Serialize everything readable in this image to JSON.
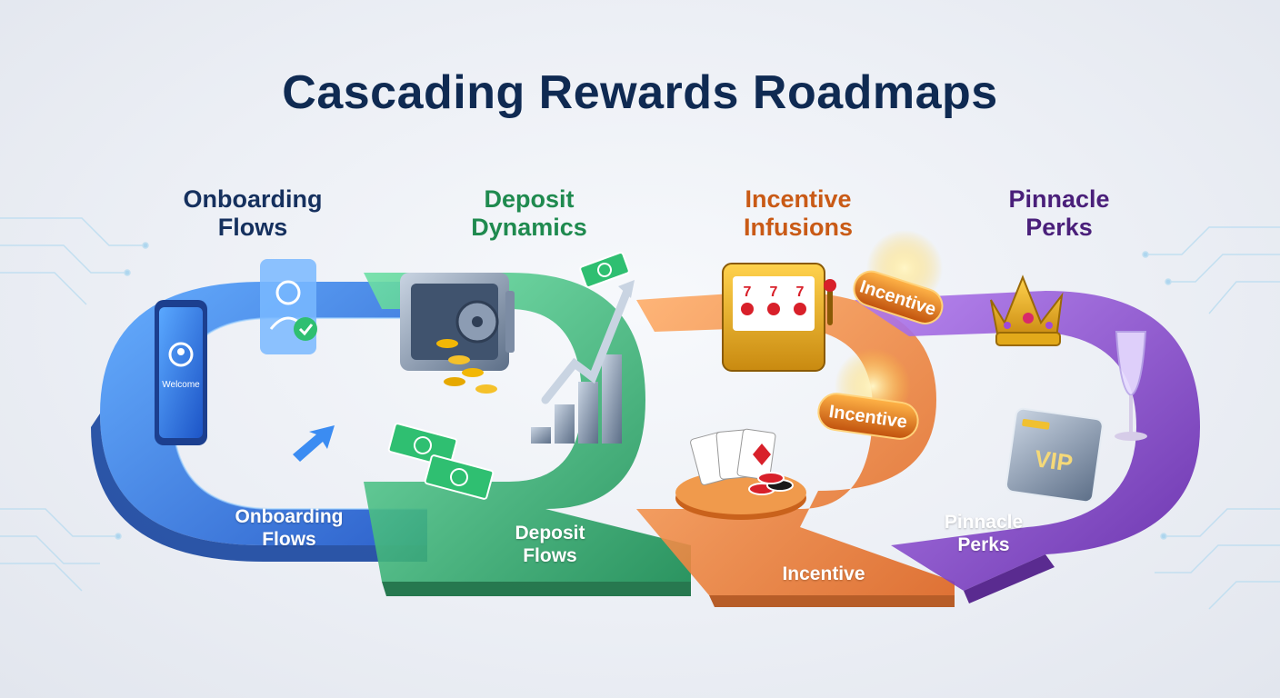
{
  "title": "Cascading Rewards Roadmaps",
  "stages": [
    {
      "title_line1": "Onboarding",
      "title_line2": "Flows",
      "track_line1": "Onboarding",
      "track_line2": "Flows",
      "color": "#1e5fd0",
      "title_color": "#15305e"
    },
    {
      "title_line1": "Deposit",
      "title_line2": "Dynamics",
      "track_line1": "Deposit",
      "track_line2": "Flows",
      "color": "#1f9d5c",
      "title_color": "#1f8a4f"
    },
    {
      "title_line1": "Incentive",
      "title_line2": "Infusions",
      "track_line1": "Incentive",
      "track_line2": "",
      "color": "#e8772b",
      "title_color": "#c95a16"
    },
    {
      "title_line1": "Pinnacle",
      "title_line2": "Perks",
      "track_line1": "Pinnacle",
      "track_line2": "Perks",
      "color": "#7b34c4",
      "title_color": "#4a1f7a"
    }
  ],
  "badges": {
    "incentive_top": "Incentive",
    "incentive_mid": "Incentive"
  },
  "phone": {
    "screen_text": "Welcome"
  },
  "vip_card": {
    "text": "VIP"
  },
  "icons": [
    "user-check-icon",
    "vault-icon",
    "money-bill-icon",
    "growth-chart-icon",
    "slot-machine-icon",
    "playing-cards-icon",
    "crown-icon",
    "champagne-icon",
    "arrow-icon"
  ]
}
